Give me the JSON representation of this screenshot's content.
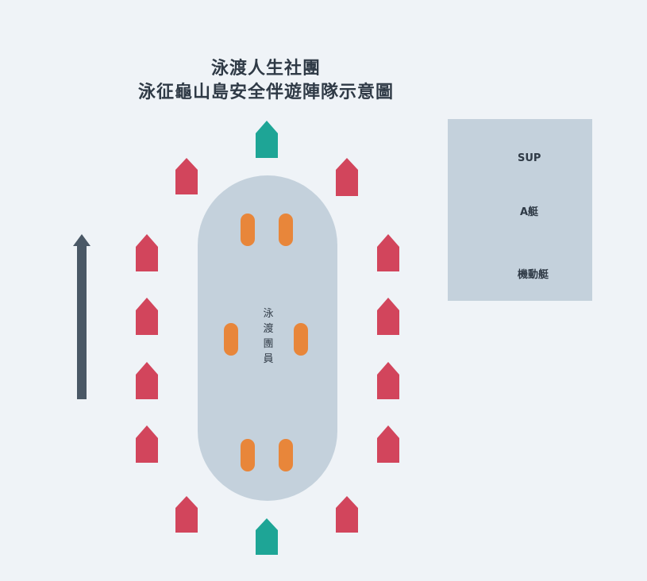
{
  "title": {
    "line1": "泳渡人生社團",
    "line2": "泳征龜山島安全伴遊陣隊示意圖"
  },
  "swimmers_label": "泳渡團員",
  "legend": {
    "sup_label": "SUP",
    "a_boat_label": "A艇",
    "motor_boat_label": "機動艇"
  },
  "colors": {
    "background": "#eff3f7",
    "swim_zone": "#c4d1dc",
    "sup": "#e8863a",
    "a_boat": "#d2455c",
    "motor_boat": "#1ea596",
    "arrow": "#4a5866",
    "text": "#2f3a46"
  },
  "icons": {
    "sup": "sup-board-icon",
    "a_boat": "a-boat-icon",
    "motor_boat": "motor-boat-icon",
    "direction": "arrow-up-icon"
  }
}
